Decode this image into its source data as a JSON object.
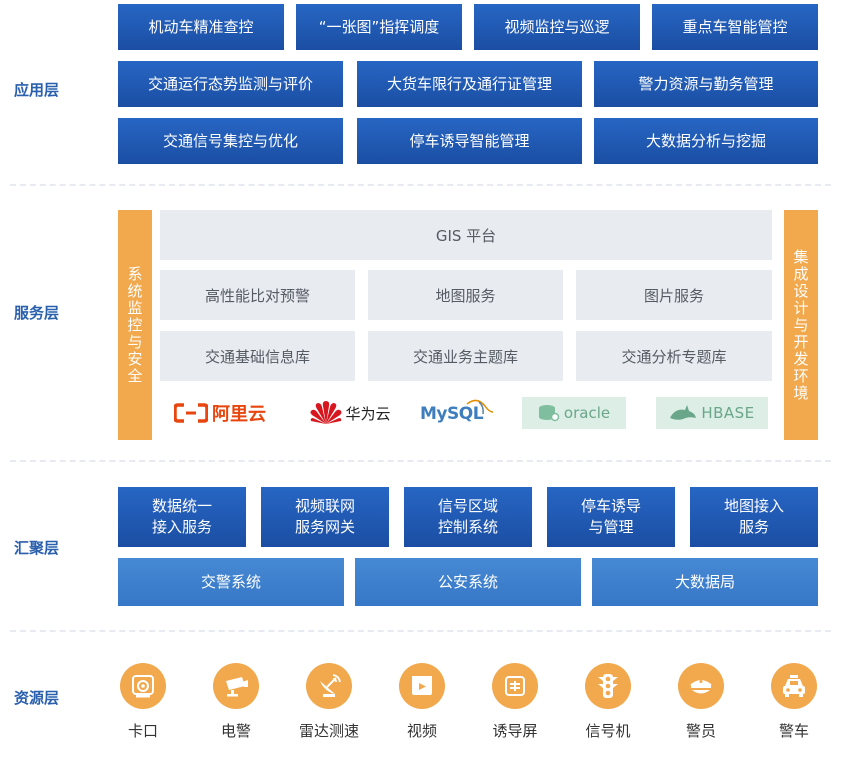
{
  "layers": {
    "application": "应用层",
    "service": "服务层",
    "aggregation": "汇聚层",
    "resource": "资源层"
  },
  "application": {
    "row1": [
      "机动车精准查控",
      "“一张图”指挥调度",
      "视频监控与巡逻",
      "重点车智能管控"
    ],
    "row2": [
      "交通运行态势监测与评价",
      "大货车限行及通行证管理",
      "警力资源与勤务管理"
    ],
    "row3": [
      "交通信号集控与优化",
      "停车诱导智能管理",
      "大数据分析与挖掘"
    ]
  },
  "service": {
    "left_sidebar": [
      "系",
      "统",
      "监",
      "控",
      "与",
      "安",
      "全"
    ],
    "right_sidebar": [
      "集",
      "成",
      "设",
      "计",
      "与",
      "开",
      "发",
      "环",
      "境"
    ],
    "platform": "GIS 平台",
    "row1": [
      "高性能比对预警",
      "地图服务",
      "图片服务"
    ],
    "row2": [
      "交通基础信息库",
      "交通业务主题库",
      "交通分析专题库"
    ],
    "logos": {
      "aliyun": "阿里云",
      "huawei": "华为云",
      "mysql": "MySQL",
      "oracle": "oracle",
      "hbase": "HBASE"
    }
  },
  "aggregation": {
    "row1": [
      "数据统一\n接入服务",
      "视频联网\n服务网关",
      "信号区域\n控制系统",
      "停车诱导\n与管理",
      "地图接入\n服务"
    ],
    "row2": [
      "交警系统",
      "公安系统",
      "大数据局"
    ]
  },
  "resources": [
    {
      "label": "卡口",
      "icon": "checkpoint-camera-icon"
    },
    {
      "label": "电警",
      "icon": "surveillance-camera-icon"
    },
    {
      "label": "雷达测速",
      "icon": "radar-icon"
    },
    {
      "label": "视频",
      "icon": "video-icon"
    },
    {
      "label": "诱导屏",
      "icon": "guidance-screen-icon"
    },
    {
      "label": "信号机",
      "icon": "traffic-light-icon"
    },
    {
      "label": "警员",
      "icon": "police-officer-icon"
    },
    {
      "label": "警车",
      "icon": "police-car-icon"
    }
  ],
  "colors": {
    "dark_blue": "#1f58b3",
    "mid_blue": "#3d80cc",
    "orange": "#f2a84d",
    "gray_box": "#e8ebf0",
    "label_blue": "#2a5fad"
  }
}
